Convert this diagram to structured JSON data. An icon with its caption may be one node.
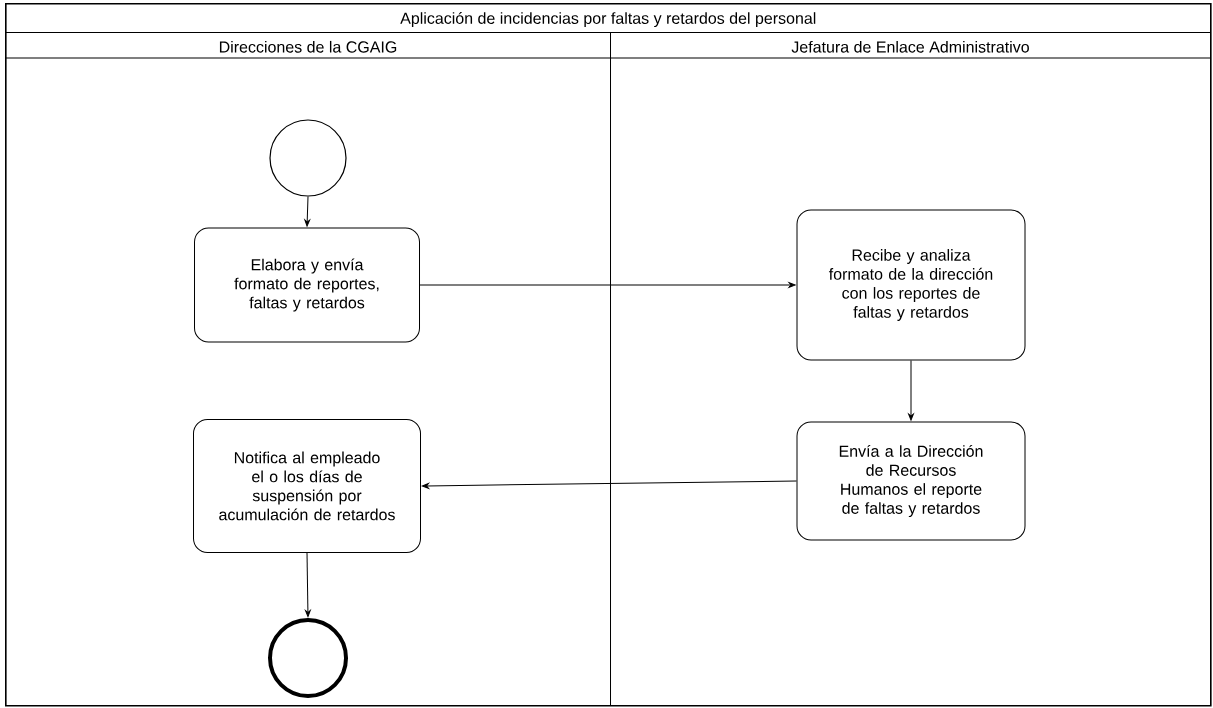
{
  "diagram": {
    "nodes": [
      {
        "text": [
          "Aplicación de incidencias por faltas y retardos del personal"
        ]
      },
      {
        "text": [
          "Direcciones de la CGAIG"
        ],
        "in": 0
      },
      {
        "text": [
          "Jefatura de Enlace Administrativo"
        ],
        "in": 0
      },
      {
        "text": [],
        "shape": "circle",
        "in": 1
      },
      {
        "text": [
          "Elabora y envía formato de reportes, faltas y retardos"
        ],
        "in": 1
      },
      {
        "text": [
          "Notifica al empleado el o los días de suspensión por acumulación de retardos"
        ],
        "in": 1
      },
      {
        "text": [],
        "shape": "circle",
        "in": 1
      },
      {
        "text": [
          "Recibe y analiza formato de la dirección con los reportes de faltas y retardos"
        ],
        "in": 2
      },
      {
        "text": [
          "Envía a la Dirección de Recursos Humanos el reporte de faltas y retardos"
        ],
        "in": 2
      }
    ],
    "edges": [
      {
        "from": 3,
        "to": 4,
        "arrow": "to"
      },
      {
        "from": 4,
        "to": 7,
        "arrow": "to"
      },
      {
        "from": 7,
        "to": 8,
        "arrow": "to"
      },
      {
        "from": 8,
        "to": 5,
        "arrow": "to"
      },
      {
        "from": 5,
        "to": 6,
        "arrow": "to"
      }
    ]
  }
}
